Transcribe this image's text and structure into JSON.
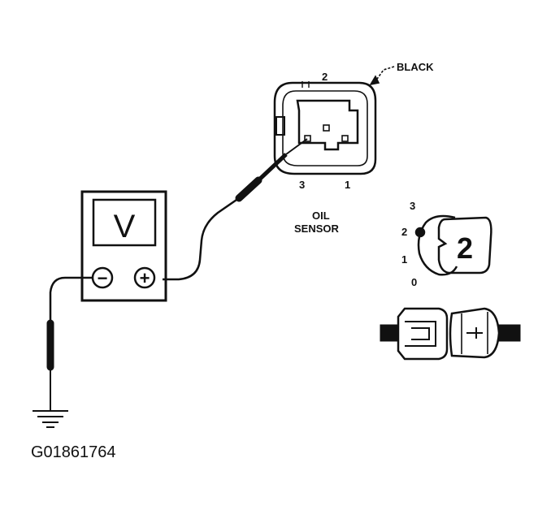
{
  "labels": {
    "connector_color": "BLACK",
    "pin_2": "2",
    "pin_3": "3",
    "pin_1": "1",
    "sensor_line1": "OIL",
    "sensor_line2": "SENSOR",
    "meter_symbol": "V",
    "minus_sign": "−",
    "plus_sign": "+",
    "key_number": "2",
    "key_pos_3": "3",
    "key_pos_2": "2",
    "key_pos_1": "1",
    "key_pos_0": "0"
  },
  "figure_id": "G01861764",
  "colors": {
    "ink": "#111111",
    "background": "#ffffff"
  }
}
